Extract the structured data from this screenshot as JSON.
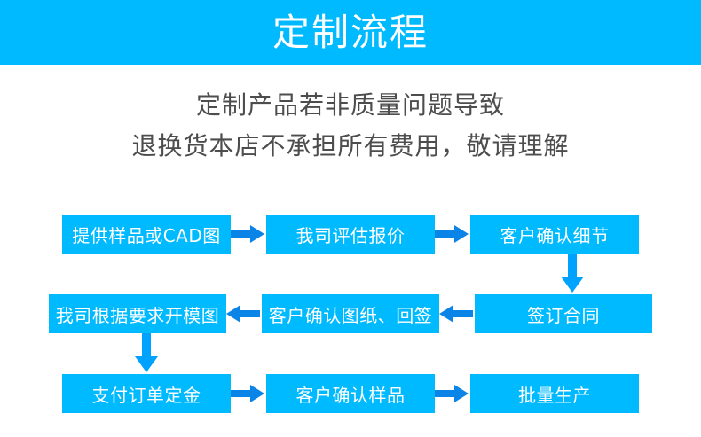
{
  "colors": {
    "banner_bg": "#00baff",
    "box_bg": "#00baff",
    "box_text": "#ffffff",
    "arrow": "#0b84e8",
    "arrow_vertical": "#00a2ff",
    "subtitle_text": "#4d4d4d",
    "page_bg": "#ffffff"
  },
  "header": {
    "title": "定制流程"
  },
  "subtitle": {
    "line1": "定制产品若非质量问题导致",
    "line2": "退换货本店不承担所有费用，敬请理解"
  },
  "flow": {
    "rows": [
      {
        "direction": "left-to-right",
        "boxes": [
          {
            "label": "提供样品或CAD图"
          },
          {
            "label": "我司评估报价"
          },
          {
            "label": "客户确认细节"
          }
        ],
        "arrows": [
          {
            "icon": "arrow-right-icon"
          },
          {
            "icon": "arrow-right-icon"
          }
        ]
      },
      {
        "direction": "right-to-left",
        "boxes": [
          {
            "label": "我司根据要求开模图"
          },
          {
            "label": "客户确认图纸、回签"
          },
          {
            "label": "签订合同"
          }
        ],
        "arrows": [
          {
            "icon": "arrow-left-icon"
          },
          {
            "icon": "arrow-left-icon"
          }
        ]
      },
      {
        "direction": "left-to-right",
        "boxes": [
          {
            "label": "支付订单定金"
          },
          {
            "label": "客户确认样品"
          },
          {
            "label": "批量生产"
          }
        ],
        "arrows": [
          {
            "icon": "arrow-right-icon"
          },
          {
            "icon": "arrow-right-icon"
          }
        ]
      }
    ],
    "connectors": [
      {
        "icon": "arrow-down-icon",
        "position": "right",
        "from": "客户确认细节",
        "to": "签订合同"
      },
      {
        "icon": "arrow-down-icon",
        "position": "left",
        "from": "我司根据要求开模图",
        "to": "支付订单定金"
      }
    ]
  }
}
